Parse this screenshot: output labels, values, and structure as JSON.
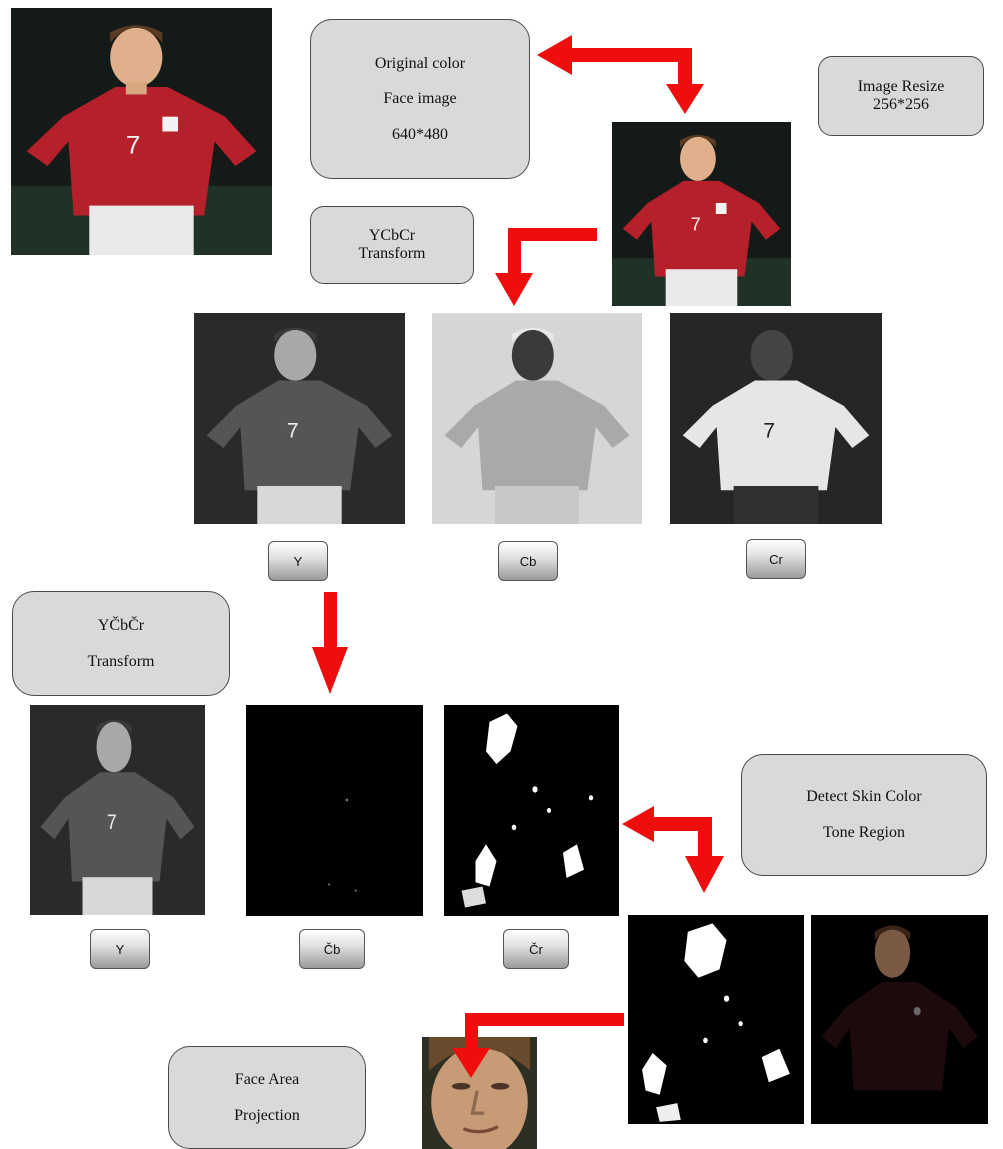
{
  "steps": {
    "original": {
      "line1": "Original color",
      "line2": "Face image",
      "line3": "640*480"
    },
    "resize": {
      "line1": "Image Resize",
      "line2": "256*256"
    },
    "ycbcr": {
      "line1": "YCbCr",
      "line2": "Transform"
    },
    "ycbcr_mod": {
      "line1": "YČbČr",
      "line2": "Transform"
    },
    "skin": {
      "line1": "Detect Skin Color",
      "line2": "Tone Region"
    },
    "face": {
      "line1": "Face Area",
      "line2": "Projection"
    }
  },
  "channels_row1": {
    "y": "Y",
    "cb": "Cb",
    "cr": "Cr"
  },
  "channels_row2": {
    "y": "Y",
    "cb": "Čb",
    "cr": "Čr"
  },
  "colors": {
    "arrow": "#ef0e0e",
    "box_fill": "#d9d9d9",
    "box_border": "#4a4a4a",
    "jersey": "#b5202a"
  },
  "icons": [
    "player-photo",
    "flow-arrow"
  ]
}
